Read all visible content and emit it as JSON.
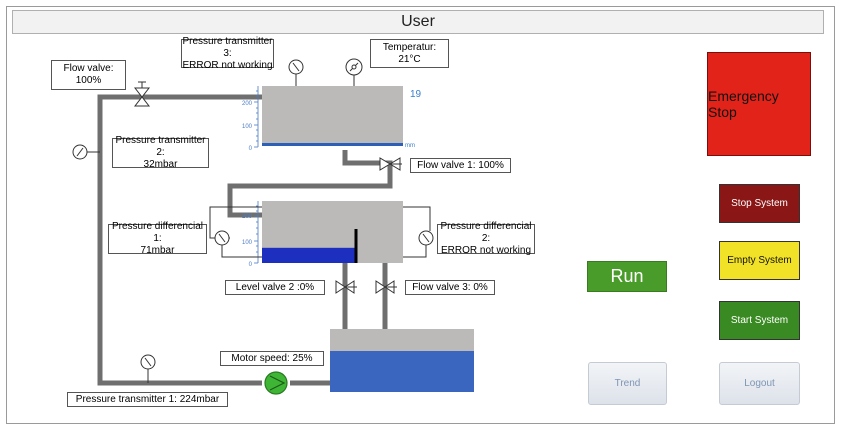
{
  "title": "User",
  "labels": {
    "flow_valve": "Flow valve:\n100%",
    "pt3": "Pressure transmitter 3:\nERROR not working",
    "temperature": "Temperatur:\n21°C",
    "pt2": "Pressure transmitter 2:\n32mbar",
    "flow_valve1": "Flow valve 1: 100%",
    "pd1": "Pressure differencial 1:\n71mbar",
    "pd2": "Pressure differencial 2:\nERROR not working",
    "level_valve2": "Level valve 2 :0%",
    "flow_valve3": "Flow valve 3: 0%",
    "motor_speed": "Motor speed: 25%",
    "pt1": "Pressure transmitter 1: 224mbar"
  },
  "tank1": {
    "level_value": "19",
    "unit": "mm",
    "scale": [
      "200",
      "100",
      "0"
    ],
    "level_fraction": 0.05
  },
  "tank2": {
    "scale": [
      "200",
      "100",
      "0"
    ],
    "level_fraction": 0.35
  },
  "buttons": {
    "emergency_stop": "Emergency Stop",
    "stop_system": "Stop System",
    "empty_system": "Empty System",
    "start_system": "Start System",
    "run": "Run",
    "trend": "Trend",
    "logout": "Logout"
  },
  "colors": {
    "pipe": "#6f6f6f",
    "tank_empty": "#bcb9b9",
    "water_top": "#2c5fb8",
    "water_mid": "#1c2fbf",
    "water_bottom": "#3a66c0",
    "scale": "#4a7cc7",
    "pump": "#3fb535",
    "emergency": "#e2231a"
  }
}
